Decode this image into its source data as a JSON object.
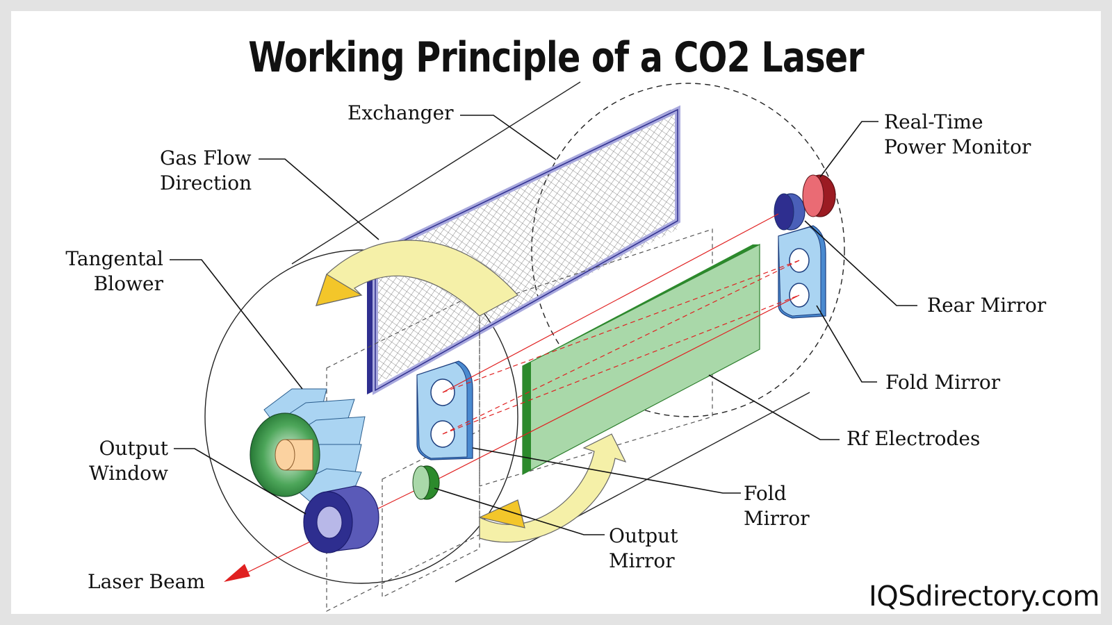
{
  "title": "Working Principle of a CO2 Laser",
  "labels": {
    "exchanger": "Exchanger",
    "gas_flow_line1": "Gas Flow",
    "gas_flow_line2": "Direction",
    "tangental_line1": "Tangental",
    "tangental_line2": "Blower",
    "output_window_line1": "Output",
    "output_window_line2": "Window",
    "laser_beam": "Laser Beam",
    "power_monitor_line1": "Real-Time",
    "power_monitor_line2": "Power Monitor",
    "rear_mirror": "Rear Mirror",
    "fold_mirror_right": "Fold Mirror",
    "rf_electrodes": "Rf Electrodes",
    "fold_mirror_line1": "Fold",
    "fold_mirror_line2": "Mirror",
    "output_mirror_line1": "Output",
    "output_mirror_line2": "Mirror"
  },
  "watermark": "IQSdirectory.com",
  "colors": {
    "exchanger_frame": "#2e2e8f",
    "exchanger_inner": "#a8a8dd",
    "electrode": "#66b866",
    "electrode_face": "#a9d8a9",
    "mirror_blue": "#4a8ad0",
    "mirror_light": "#aad4f2",
    "monitor_red": "#c0303a",
    "arrow_yellow": "#f5f0a8",
    "laser_red": "#e02020"
  }
}
